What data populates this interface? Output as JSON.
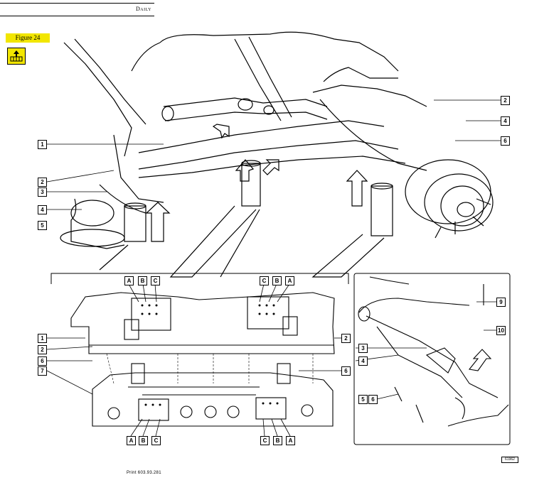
{
  "header": {
    "model": "Daily"
  },
  "figure": {
    "label": "Figure 24"
  },
  "icon": {
    "name": "hoist-lift-icon"
  },
  "callouts": {
    "top": [
      "1",
      "2",
      "3",
      "4",
      "5",
      "2",
      "4",
      "6"
    ],
    "bottom_left": [
      "1",
      "2",
      "6",
      "7",
      "2",
      "6"
    ],
    "letters_top_left": [
      "A",
      "B",
      "C"
    ],
    "letters_top_right": [
      "C",
      "B",
      "A"
    ],
    "letters_bottom_left": [
      "A",
      "B",
      "C"
    ],
    "letters_bottom_right": [
      "C",
      "B",
      "A"
    ],
    "detail": [
      "9",
      "10",
      "3",
      "4",
      "5",
      "6"
    ]
  },
  "footer": {
    "page_code": "Print 603.93.281",
    "image_code": "61962"
  }
}
